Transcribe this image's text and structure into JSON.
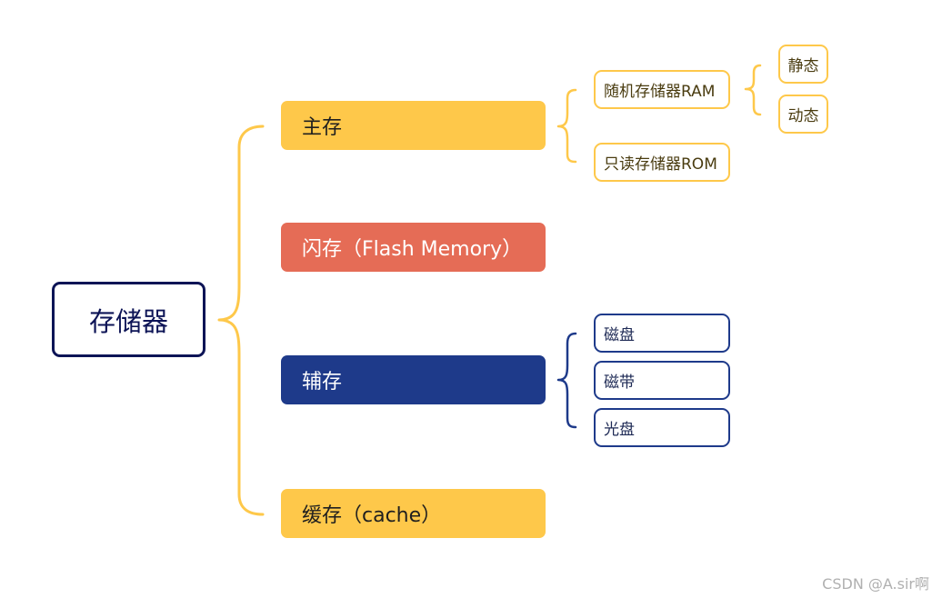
{
  "root": {
    "label": "存储器"
  },
  "branches": {
    "main_memory": {
      "label": "主存",
      "children": {
        "ram": {
          "label": "随机存储器RAM",
          "children": {
            "static": {
              "label": "静态"
            },
            "dynamic": {
              "label": "动态"
            }
          }
        },
        "rom": {
          "label": "只读存储器ROM"
        }
      }
    },
    "flash": {
      "label": "闪存（Flash Memory）"
    },
    "secondary": {
      "label": "辅存",
      "children": {
        "disk": {
          "label": "磁盘"
        },
        "tape": {
          "label": "磁带"
        },
        "optical": {
          "label": "光盘"
        }
      }
    },
    "cache": {
      "label": "缓存（cache）"
    }
  },
  "watermark": "CSDN @A.sir啊",
  "colors": {
    "root_border": "#0d1456",
    "yellow": "#fec84a",
    "red": "#e56c56",
    "blue": "#1e3a8a"
  }
}
